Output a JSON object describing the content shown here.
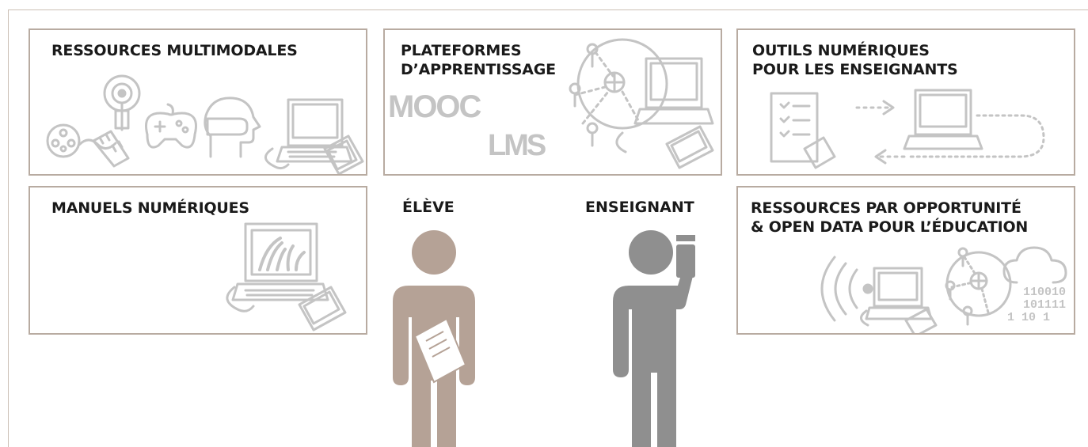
{
  "boxes": {
    "multimodal": {
      "title": "RESSOURCES MULTIMODALES"
    },
    "platforms": {
      "title_line1": "PLATEFORMES",
      "title_line2": "D’APPRENTISSAGE",
      "logo_mooc": "MOOC",
      "logo_lms": "LMS"
    },
    "tools": {
      "title_line1": "OUTILS NUMÉRIQUES",
      "title_line2": "POUR LES ENSEIGNANTS"
    },
    "manuals": {
      "title": "MANUELS NUMÉRIQUES"
    },
    "opendata": {
      "title_line1": "RESSOURCES PAR OPPORTUNITÉ",
      "title_line2": "& OPEN DATA POUR L’ÉDUCATION",
      "binary_line1": "110010",
      "binary_line2": "101111",
      "binary_line3": "1   10 1"
    }
  },
  "people": {
    "student": {
      "label": "ÉLÈVE",
      "color": "#b5a296"
    },
    "teacher": {
      "label": "ENSEIGNANT",
      "color": "#8f8f8f"
    }
  },
  "colors": {
    "border": "#b8aba1",
    "icon": "#c8c8c8",
    "frame": "#cbbfb5"
  }
}
